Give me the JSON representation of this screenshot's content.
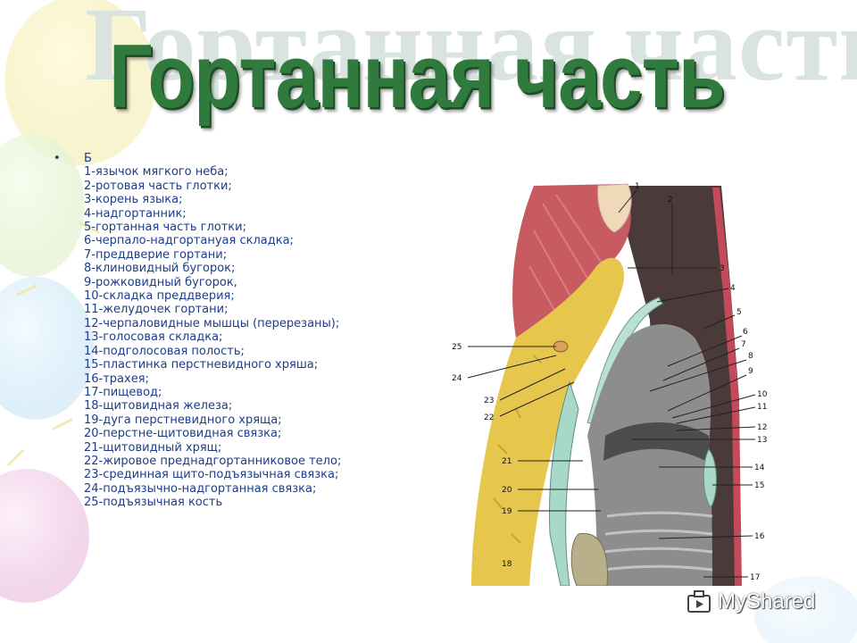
{
  "slide": {
    "title": "Гортанная часть",
    "title_shadow": "Гортанная часть",
    "bullet": "•",
    "legend_header": "Б",
    "legend_items": [
      "1-язычок мягкого неба;",
      "2-ротовая часть глотки;",
      "3-корень языка;",
      "4-надгортанник;",
      "5-гортанная часть глотки;",
      "6-черпало-надгортануая складка;",
      "7-преддверие гортани;",
      "8-клиновидный бугорок;",
      "9-рожковидный бугорок,",
      "10-складка преддверия;",
      "11-желудочек гортани;",
      "12-черпаловидные мышцы (перерезаны);",
      "13-голосовая складка;",
      "14-подголосовая полость;",
      "15-пластинка перстневидного хряша;",
      "16-трахея;",
      "17-пищевод;",
      "18-щитовидная железа;",
      "19-дуга перстневидного хряща;",
      "20-перстне-щитовидная связка;",
      "21-щитовидный хрящ;",
      "22-жировое преднадгортанниковое тело;",
      "23-срединная щито-подъязычная связка;",
      "24-подъязычно-надгортанная связка;",
      "25-подъязычная кость"
    ]
  },
  "figure": {
    "labels_right": [
      "1",
      "2",
      "3",
      "4",
      "5",
      "6",
      "7",
      "8",
      "9",
      "10",
      "11",
      "12",
      "13",
      "14",
      "15",
      "16",
      "17"
    ],
    "labels_left": [
      "25",
      "24",
      "23",
      "22",
      "21",
      "20",
      "19",
      "18"
    ]
  },
  "watermark": {
    "text": "MyShared"
  },
  "colors": {
    "title": "#2f7a3c",
    "legend_text": "#1b3d8a",
    "muscle": "#c0505a",
    "fat": "#e3c24a",
    "cartilage": "#a8d8c8",
    "lumen": "#3a3a3a"
  }
}
